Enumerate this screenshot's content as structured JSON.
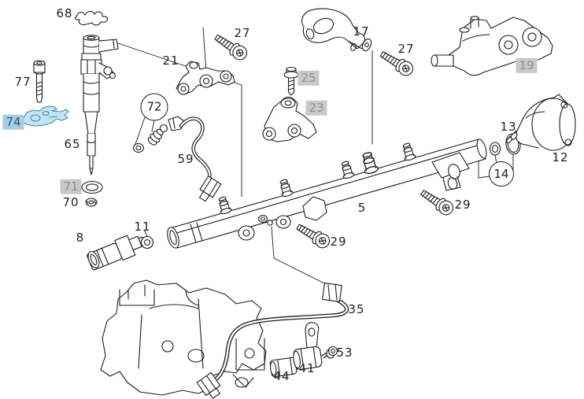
{
  "diagram": {
    "description": "Exploded parts diagram - common rail fuel injection system",
    "colors": {
      "background": "#ffffff",
      "line": "#1c1c1c",
      "selected_label_bg": "#a5cee4",
      "selected_label_text": "#2d5670",
      "selected_part_fill": "#c4e4f2",
      "selected_part_stroke": "#3d87ae",
      "dimmed_label_bg": "#c9c9c9",
      "dimmed_label_text": "#8f8f8f"
    },
    "callouts": [
      {
        "text": "68",
        "variant": "plain"
      },
      {
        "text": "77",
        "variant": "plain"
      },
      {
        "text": "74",
        "variant": "selected"
      },
      {
        "text": "65",
        "variant": "plain"
      },
      {
        "text": "71",
        "variant": "dimmed"
      },
      {
        "text": "70",
        "variant": "plain"
      },
      {
        "text": "72",
        "variant": "balloon"
      },
      {
        "text": "59",
        "variant": "plain"
      },
      {
        "text": "21",
        "variant": "plain"
      },
      {
        "text": "27",
        "variant": "plain"
      },
      {
        "text": "17",
        "variant": "plain"
      },
      {
        "text": "27",
        "variant": "plain"
      },
      {
        "text": "25",
        "variant": "dimmed"
      },
      {
        "text": "23",
        "variant": "dimmed"
      },
      {
        "text": "19",
        "variant": "dimmed"
      },
      {
        "text": "13",
        "variant": "plain"
      },
      {
        "text": "14",
        "variant": "balloon"
      },
      {
        "text": "12",
        "variant": "plain"
      },
      {
        "text": "5",
        "variant": "plain"
      },
      {
        "text": "29",
        "variant": "plain"
      },
      {
        "text": "29",
        "variant": "plain"
      },
      {
        "text": "8",
        "variant": "plain"
      },
      {
        "text": "11",
        "variant": "plain"
      },
      {
        "text": "35",
        "variant": "plain"
      },
      {
        "text": "53",
        "variant": "plain"
      },
      {
        "text": "41",
        "variant": "plain"
      },
      {
        "text": "44",
        "variant": "plain"
      }
    ]
  }
}
